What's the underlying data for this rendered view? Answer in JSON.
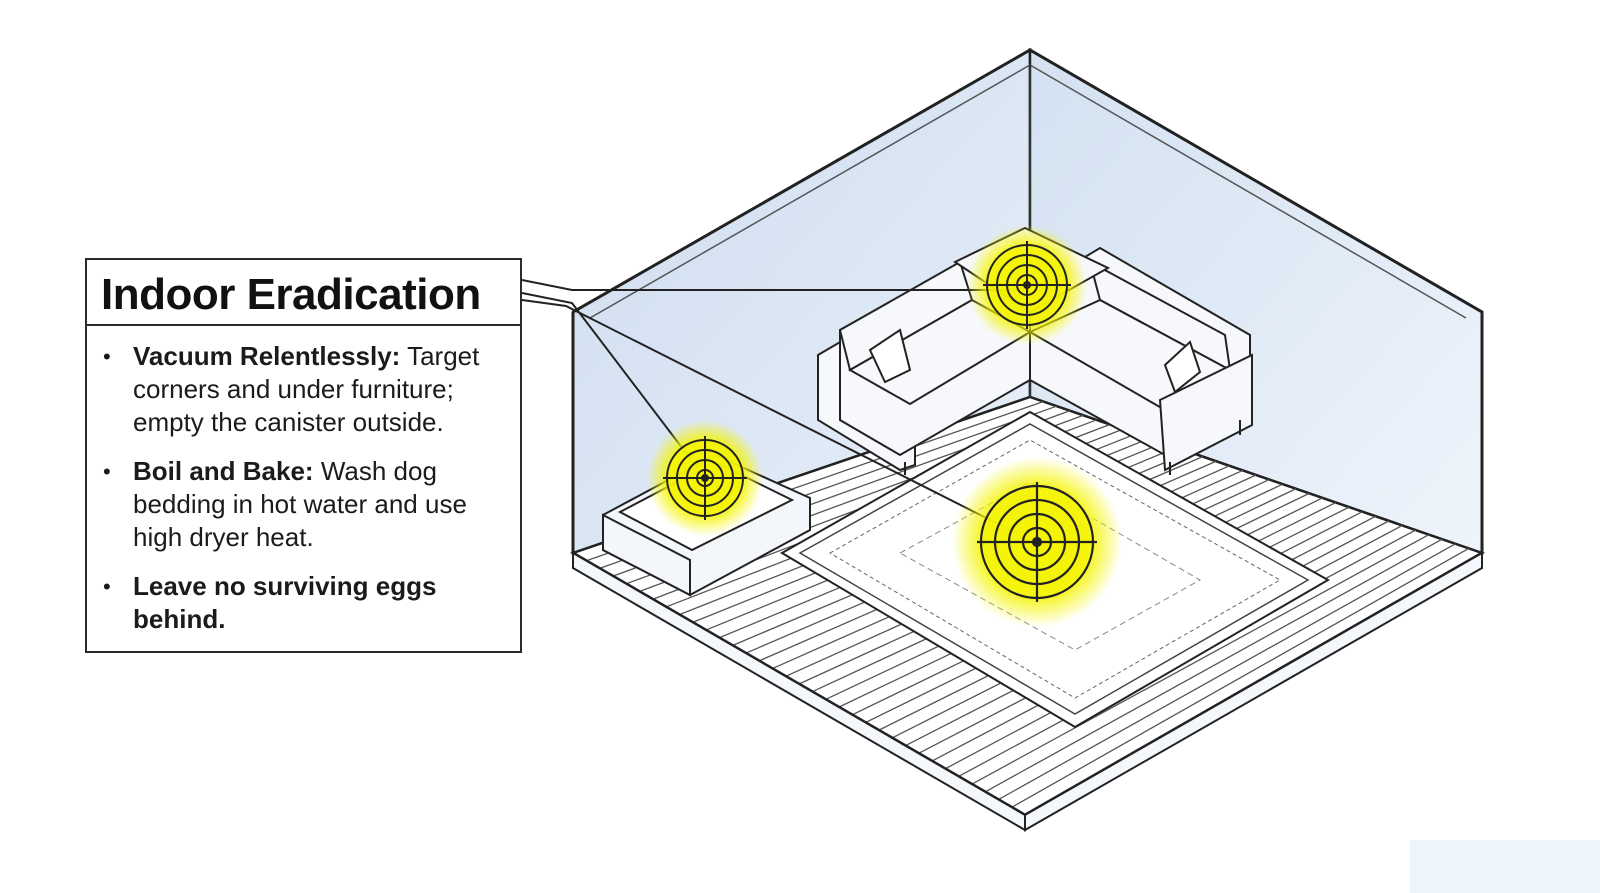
{
  "callout": {
    "title": "Indoor Eradication",
    "items": [
      {
        "lead": "Vacuum Relentlessly:",
        "text": " Target corners and under furniture; empty the canister outside."
      },
      {
        "lead": "Boil and Bake:",
        "text": " Wash dog bedding in hot water and use high dryer heat."
      },
      {
        "lead": "Leave no surviving eggs behind.",
        "text": ""
      }
    ]
  },
  "targets": [
    {
      "name": "sofa-corner-target",
      "icon": "crosshair-target-icon"
    },
    {
      "name": "dog-bed-target",
      "icon": "crosshair-target-icon"
    },
    {
      "name": "rug-target",
      "icon": "crosshair-target-icon"
    }
  ],
  "colors": {
    "highlight": "#f2f200",
    "wall": "#d8e5f4",
    "outline": "#222222",
    "floor": "#ffffff"
  }
}
